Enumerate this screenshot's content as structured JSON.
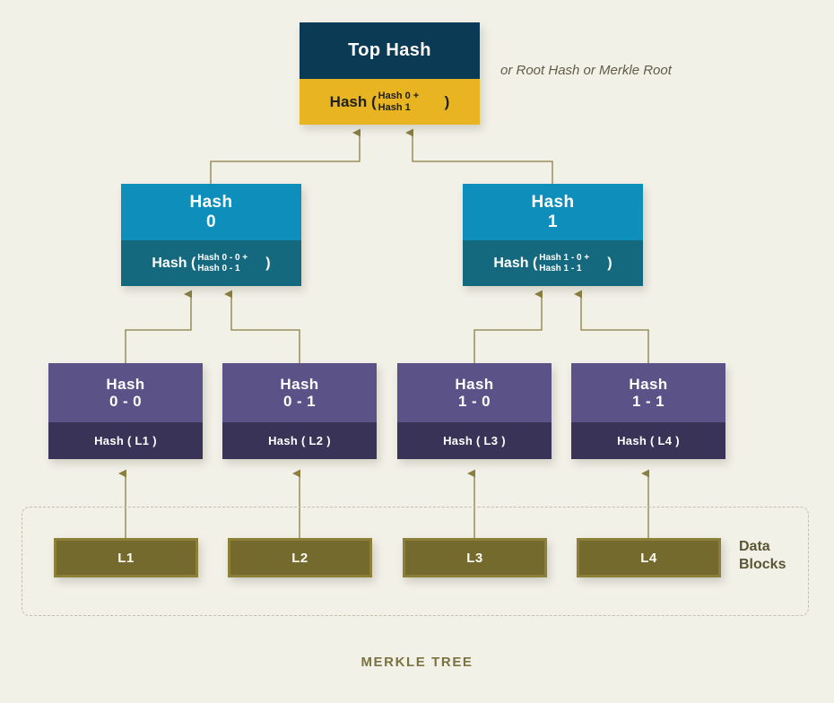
{
  "diagram": {
    "caption": "MERKLE TREE",
    "root_annotation": "or Root Hash or Merkle Root",
    "data_blocks_label": "Data\nBlocks",
    "colors": {
      "background": "#f2f1e8",
      "top_hash_header": "#0b3a54",
      "top_hash_body": "#e9b422",
      "level1_header": "#0e8ebb",
      "level1_body": "#15697f",
      "leaf_header": "#5b5288",
      "leaf_body": "#393357",
      "data_block": "#756a2d",
      "data_block_border": "#8c8039",
      "connector": "#8a7e42",
      "caption_text": "#7b7240",
      "annotation_text": "#615c47",
      "dashed_border": "#c3bfa8"
    }
  },
  "top_hash": {
    "title": "Top Hash",
    "formula_lead": "Hash (",
    "formula_operands": "Hash 0\n+\nHash 1",
    "formula_close": ")"
  },
  "level1": [
    {
      "title": "Hash\n0",
      "formula_lead": "Hash (",
      "formula_operands": "Hash 0 - 0\n+\nHash 0 - 1",
      "formula_close": ")"
    },
    {
      "title": "Hash\n1",
      "formula_lead": "Hash (",
      "formula_operands": "Hash 1 - 0\n+\nHash 1 - 1",
      "formula_close": ")"
    }
  ],
  "leaves": [
    {
      "title": "Hash\n0 - 0",
      "formula": "Hash ( L1 )"
    },
    {
      "title": "Hash\n0 - 1",
      "formula": "Hash ( L2 )"
    },
    {
      "title": "Hash\n1 - 0",
      "formula": "Hash ( L3 )"
    },
    {
      "title": "Hash\n1 - 1",
      "formula": "Hash ( L4 )"
    }
  ],
  "data_blocks": [
    {
      "label": "L1"
    },
    {
      "label": "L2"
    },
    {
      "label": "L3"
    },
    {
      "label": "L4"
    }
  ]
}
